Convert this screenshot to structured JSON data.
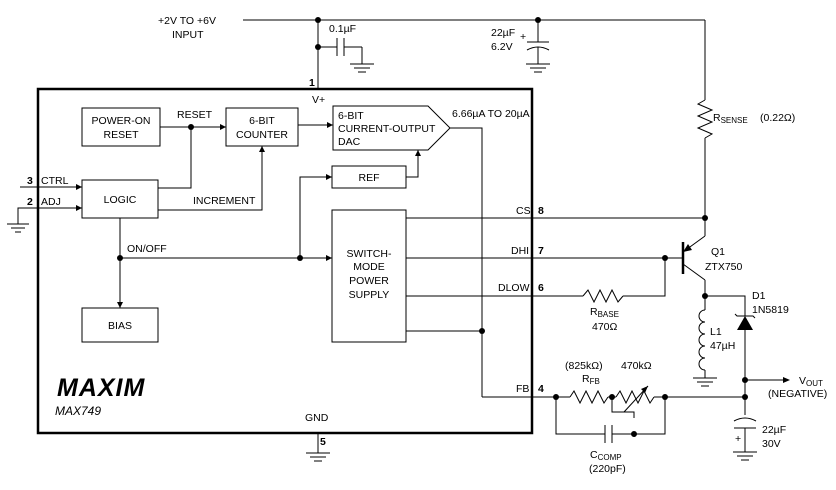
{
  "supply": {
    "label_line1": "+2V TO +6V",
    "label_line2": "INPUT"
  },
  "bypass_cap": {
    "value": "0.1µF"
  },
  "input_cap": {
    "value": "22µF",
    "voltage": "6.2V"
  },
  "chip": {
    "logo": "MAXIM",
    "model": "MAX749",
    "gnd_label": "GND",
    "vplus_label": "V+",
    "pins": {
      "vplus": "1",
      "ctrl": "3",
      "adj": "2",
      "gnd": "5",
      "cs": "8",
      "dhi": "7",
      "dlow": "6",
      "fb": "4"
    },
    "pin_labels": {
      "ctrl": "CTRL",
      "adj": "ADJ",
      "cs": "CS",
      "dhi": "DHI",
      "dlow": "DLOW",
      "fb": "FB"
    }
  },
  "blocks": {
    "por_line1": "POWER-ON",
    "por_line2": "RESET",
    "counter_line1": "6-BIT",
    "counter_line2": "COUNTER",
    "dac_line1": "6-BIT",
    "dac_line2": "CURRENT-OUTPUT",
    "dac_line3": "DAC",
    "ref": "REF",
    "logic": "LOGIC",
    "smps_line1": "SWITCH-",
    "smps_line2": "MODE",
    "smps_line3": "POWER",
    "smps_line4": "SUPPLY",
    "bias": "BIAS"
  },
  "signals": {
    "reset": "RESET",
    "increment": "INCREMENT",
    "onoff": "ON/OFF",
    "dac_range": "6.66µA TO 20µA"
  },
  "rsense": {
    "label": "R",
    "sub": "SENSE",
    "value": "(0.22Ω)"
  },
  "q1": {
    "ref": "Q1",
    "part": "ZTX750"
  },
  "d1": {
    "ref": "D1",
    "part": "1N5819"
  },
  "l1": {
    "ref": "L1",
    "value": "47µH"
  },
  "rbase": {
    "label": "R",
    "sub": "BASE",
    "value": "470Ω"
  },
  "rfb": {
    "label": "R",
    "sub": "FB",
    "fixed_value": "(825kΩ)",
    "pot_value": "470kΩ"
  },
  "ccomp": {
    "label": "C",
    "sub": "COMP",
    "value": "(220pF)"
  },
  "vout": {
    "label": "V",
    "sub": "OUT",
    "note": "(NEGATIVE)"
  },
  "output_cap": {
    "value": "22µF",
    "voltage": "30V"
  },
  "cap_polarity_mark": "+"
}
